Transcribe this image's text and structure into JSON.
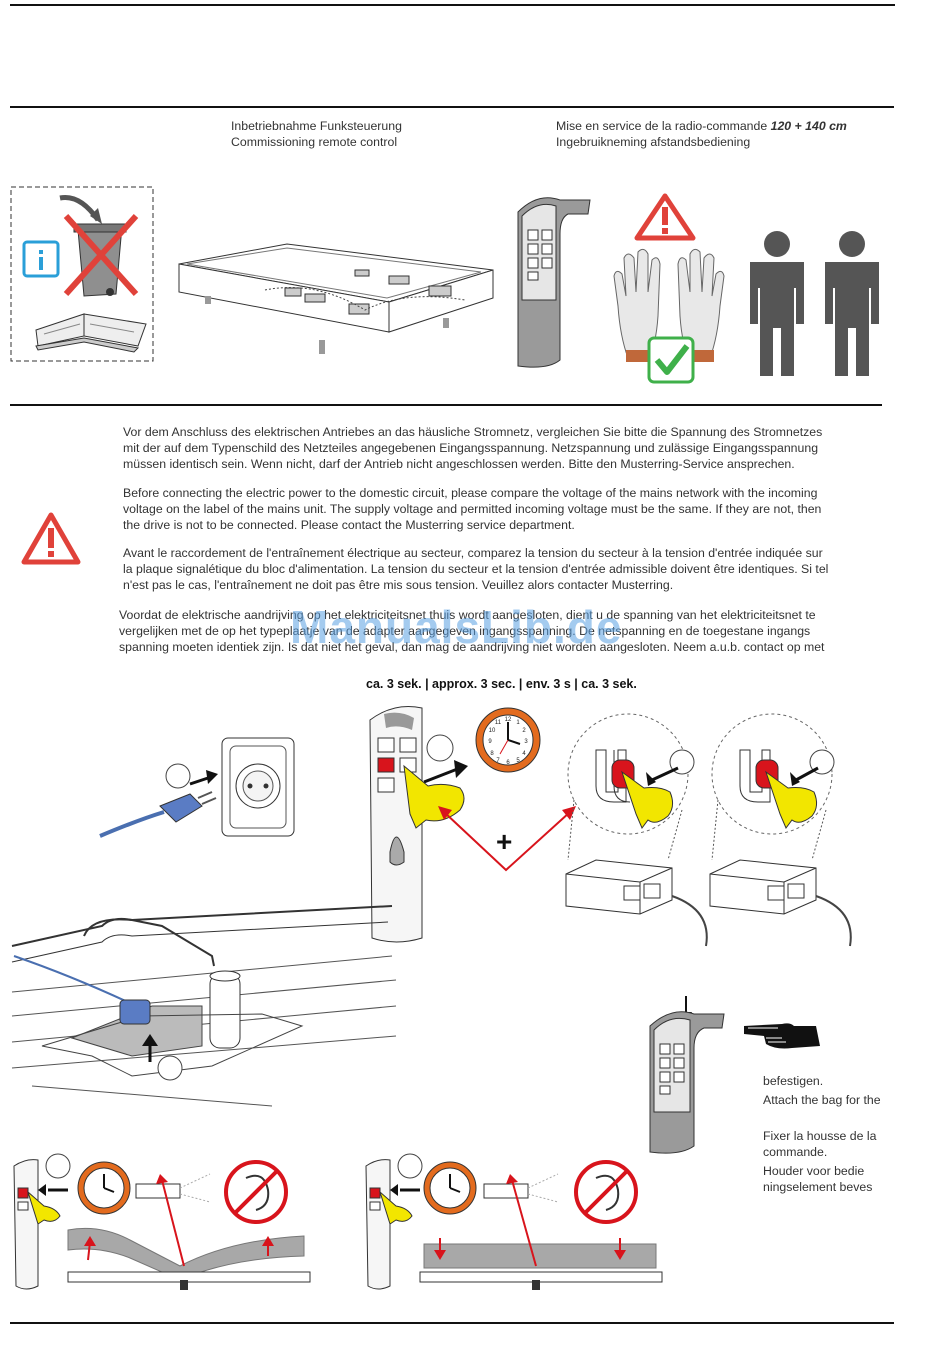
{
  "header": {
    "left_title_de": "Inbetriebnahme Funksteuerung",
    "left_title_en": "Commissioning remote control",
    "right_title_fr": "Mise en service de la radio-commande",
    "right_title_size": "120 + 140 cm",
    "right_title_nl": "Ingebruikneming afstandsbediening"
  },
  "warning": {
    "de": [
      "Vor dem Anschluss des elektrischen Antriebes an das häusliche Stromnetz, vergleichen Sie bitte die Spannung des Stromnetzes",
      "mit der auf dem Typenschild des Netzteiles angegebenen Eingangsspannung. Netzspannung und zulässige Eingangsspannung",
      "müssen identisch sein. Wenn nicht, darf der Antrieb nicht angeschlossen werden. Bitte den Musterring-Service ansprechen."
    ],
    "en": [
      "Before connecting the electric power to the domestic circuit, please compare the voltage of the mains network with the incoming",
      "voltage on the label of the mains unit. The supply voltage and permitted incoming voltage must be the same.  If they are not, then",
      "the drive is not to be connected. Please contact the Musterring service department."
    ],
    "fr": [
      "Avant le raccordement de l'entraînement électrique au secteur, comparez la tension du secteur à la tension d'entrée indiquée sur",
      "la plaque signalétique du bloc d'alimentation. La tension du secteur et la tension d'entrée admissible doivent être identiques. Si tel",
      "n'est pas le cas, l'entraînement ne doit pas être mis sous tension. Veuillez alors contacter Musterring."
    ],
    "nl": [
      "Voordat de elektrische aandrijving op het elektriciteitsnet thuis wordt aangesloten, dient u de spanning van het elektriciteitsnet te",
      "vergelijken met de op het typeplaatje van de adapter aangegeven ingangsspanning. De netspanning en de toegestane ingangs",
      "spanning moeten identiek zijn. Is dat niet het geval, dan mag de aandrijving niet worden aangesloten. Neem a.u.b. contact op met"
    ]
  },
  "duration_label": "ca. 3 sek. | approx. 3 sec. | env. 3 s | ca. 3 sek.",
  "watermark": "ManualsLib.de",
  "bag_note": [
    "befestigen.",
    "Attach the bag for the",
    "Fixer la housse de la",
    "commande.",
    "Houder voor bedie",
    "ningselement beves"
  ],
  "plus_sign": "+",
  "colors": {
    "warning_red": "#e0423a",
    "info_blue": "#2a9fd8",
    "check_green": "#3fb04a",
    "finger_yellow": "#f2e600",
    "button_red": "#d8141c",
    "watermark_blue": "#5aa0e1"
  }
}
